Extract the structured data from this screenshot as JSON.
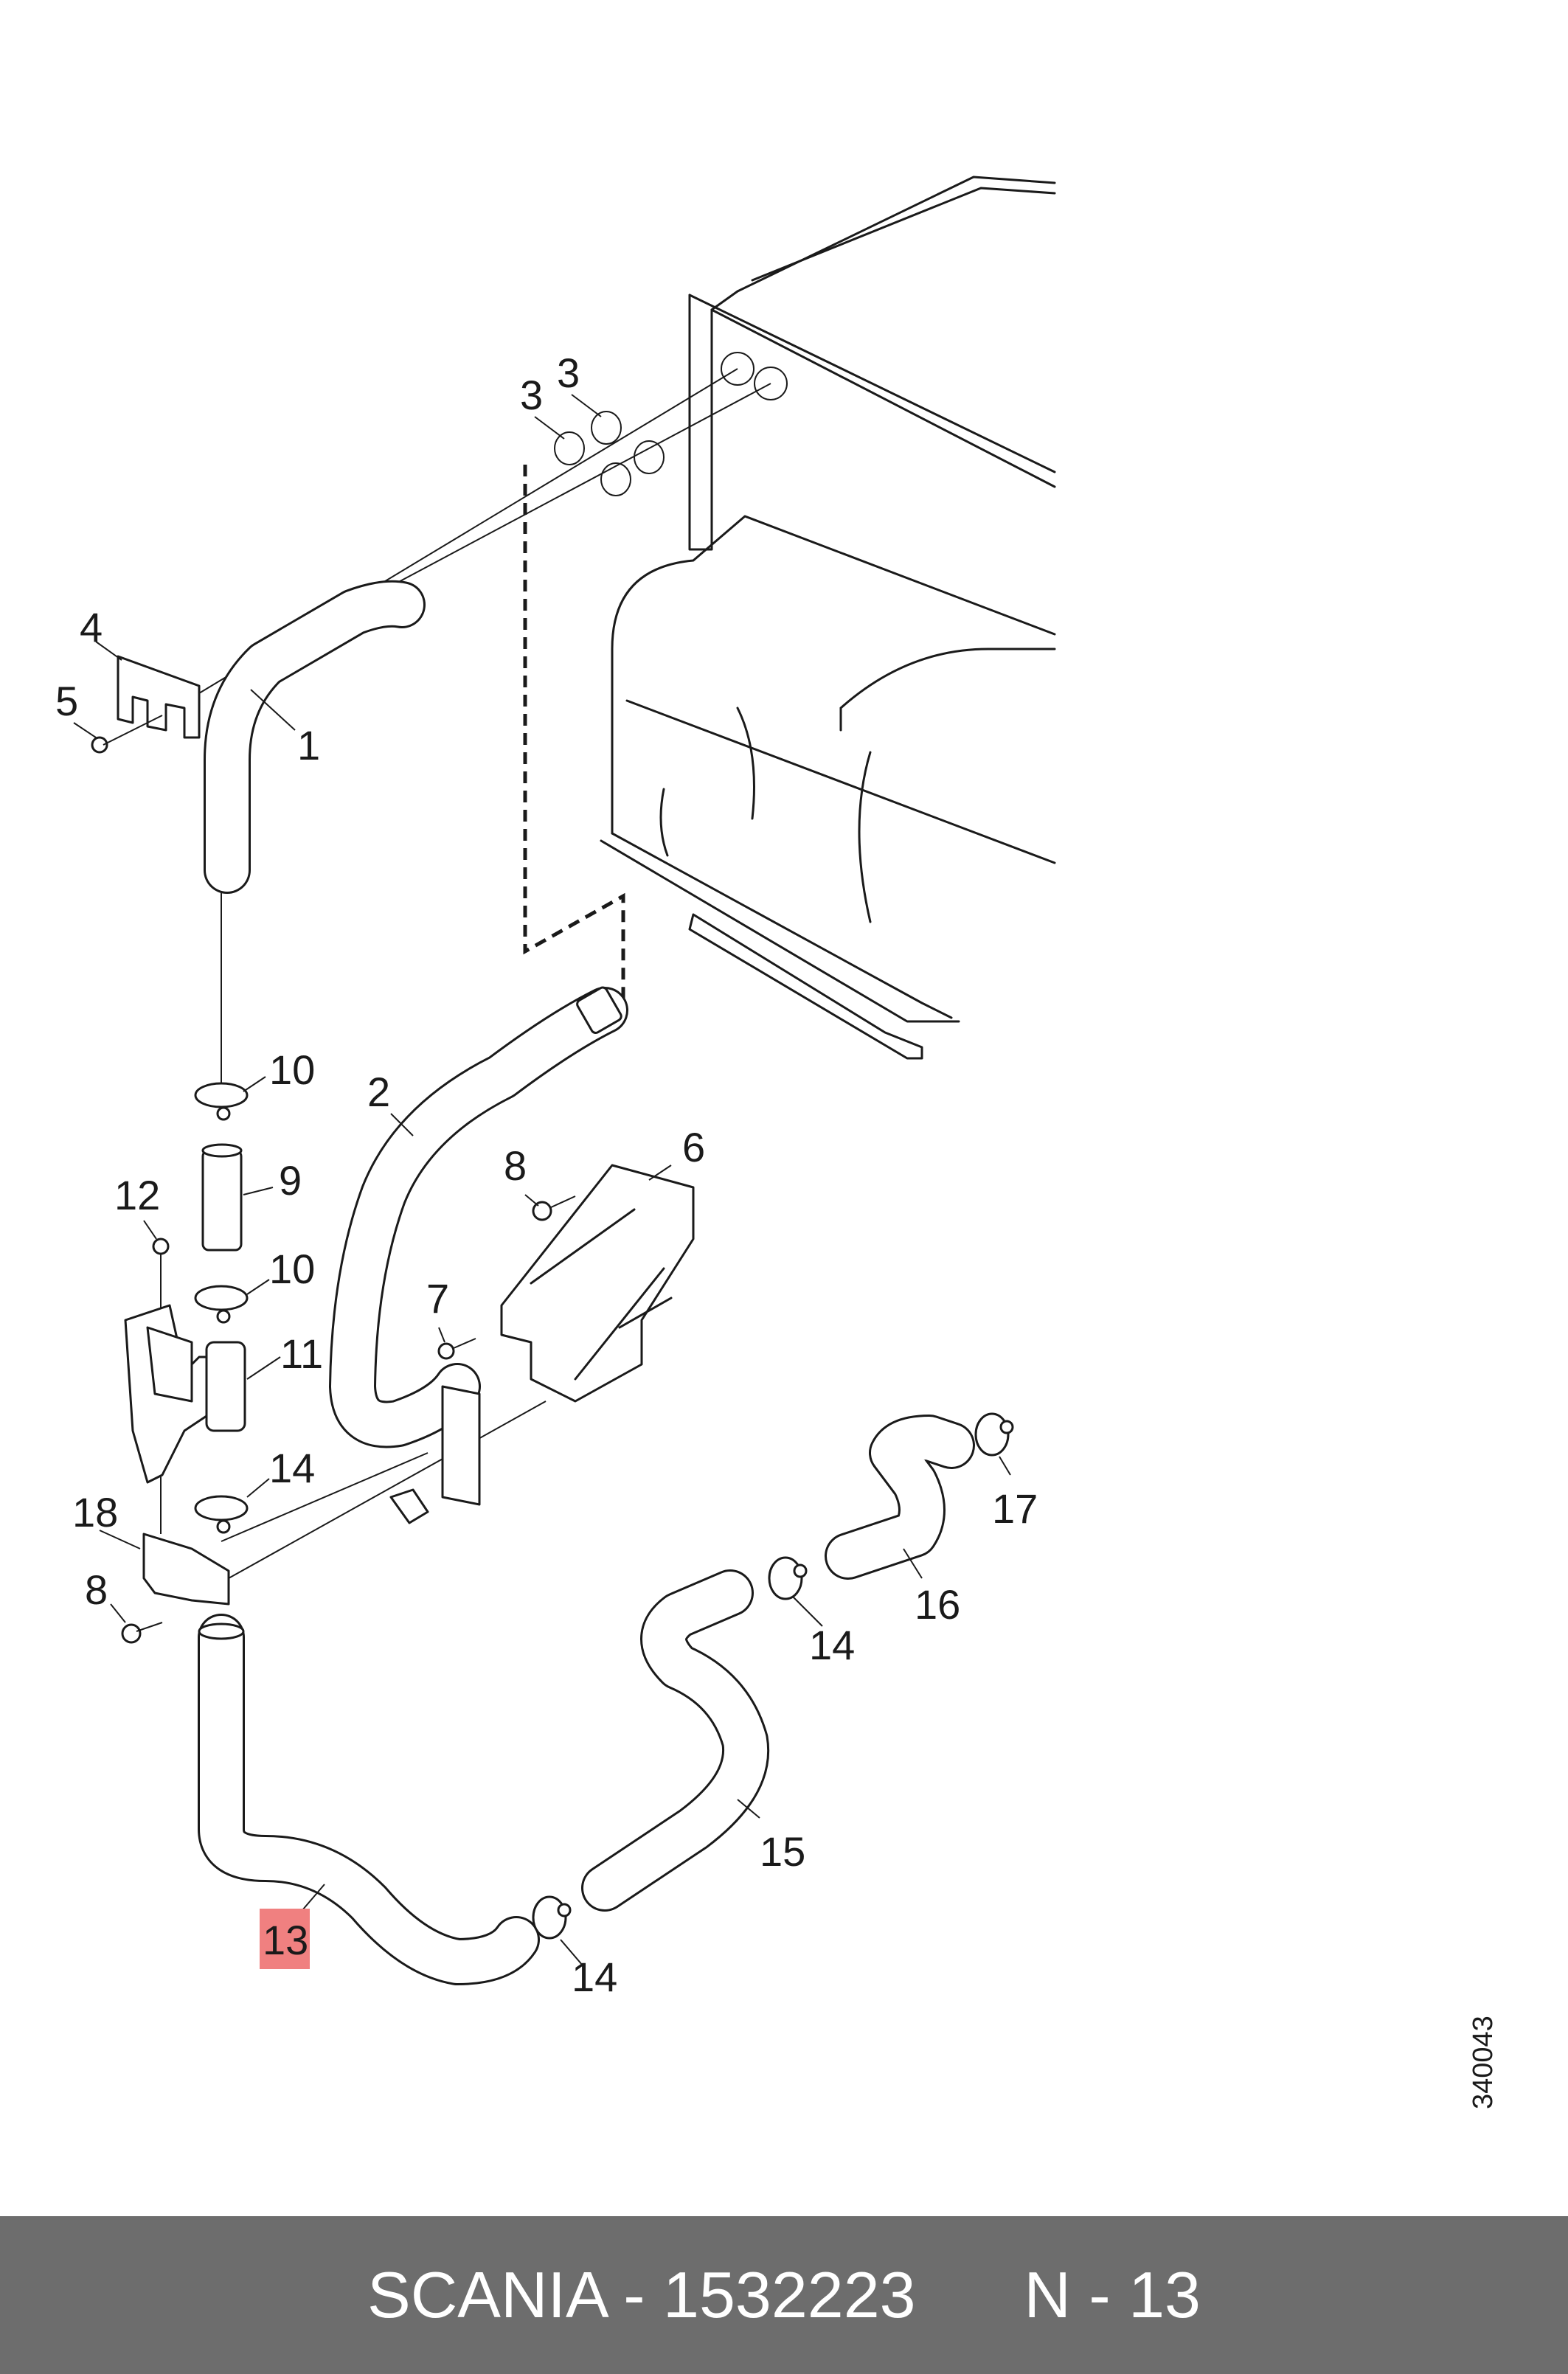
{
  "diagram": {
    "callouts": [
      {
        "id": "c3a",
        "text": "3"
      },
      {
        "id": "c3b",
        "text": "3"
      },
      {
        "id": "c4",
        "text": "4"
      },
      {
        "id": "c5",
        "text": "5"
      },
      {
        "id": "c1",
        "text": "1"
      },
      {
        "id": "c10a",
        "text": "10"
      },
      {
        "id": "c2",
        "text": "2"
      },
      {
        "id": "c9",
        "text": "9"
      },
      {
        "id": "c12",
        "text": "12"
      },
      {
        "id": "c8a",
        "text": "8"
      },
      {
        "id": "c6",
        "text": "6"
      },
      {
        "id": "c10b",
        "text": "10"
      },
      {
        "id": "c7",
        "text": "7"
      },
      {
        "id": "c11",
        "text": "11"
      },
      {
        "id": "c14a",
        "text": "14"
      },
      {
        "id": "c17",
        "text": "17"
      },
      {
        "id": "c18",
        "text": "18"
      },
      {
        "id": "c8b",
        "text": "8"
      },
      {
        "id": "c16",
        "text": "16"
      },
      {
        "id": "c14b",
        "text": "14"
      },
      {
        "id": "c15",
        "text": "15"
      },
      {
        "id": "c13",
        "text": "13"
      },
      {
        "id": "c14c",
        "text": "14"
      }
    ],
    "highlighted_part": "13",
    "highlight_color": "#f08080",
    "reference_code": "340043"
  },
  "footer": {
    "text": "SCANIA - 1532223      N - 13",
    "background": "#6d6d6d"
  }
}
